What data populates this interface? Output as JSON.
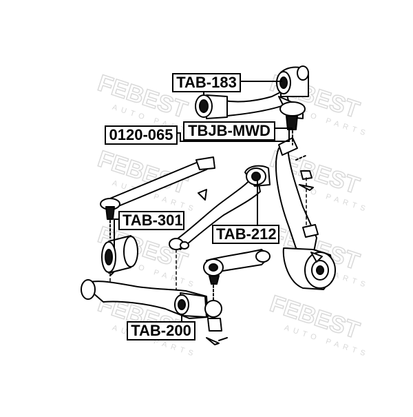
{
  "watermark": {
    "brand": "FEBEST",
    "tagline": "AUTO PARTS",
    "color": "#d9d9d9"
  },
  "labels": {
    "tab183": "TAB-183",
    "part0120": "0120-065",
    "tbjb": "TBJB-MWD",
    "tab301": "TAB-301",
    "tab212": "TAB-212",
    "tab200": "TAB-200"
  },
  "colors": {
    "line": "#000000",
    "bushing_fill": "#111111",
    "background": "#ffffff"
  }
}
